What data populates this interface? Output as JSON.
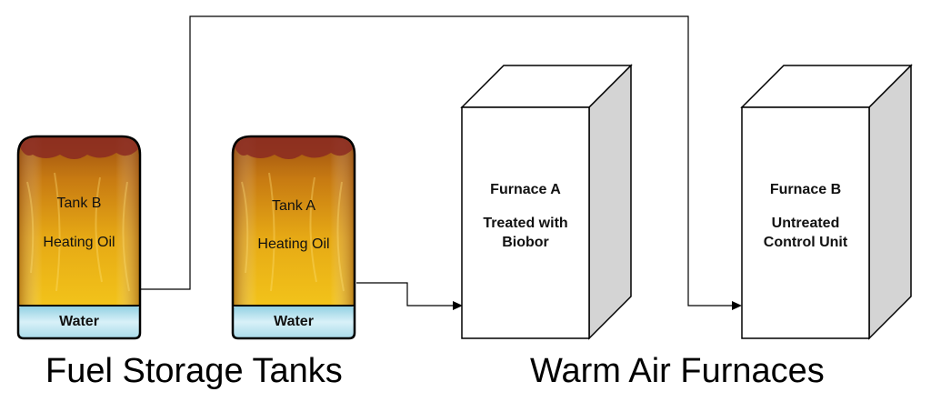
{
  "tanks": [
    {
      "name": "Tank B",
      "content": "Heating Oil",
      "bottom_layer": "Water"
    },
    {
      "name": "Tank A",
      "content": "Heating Oil",
      "bottom_layer": "Water"
    }
  ],
  "furnaces": [
    {
      "name": "Furnace A",
      "note": "Treated with Biobor"
    },
    {
      "name": "Furnace B",
      "note": "Untreated Control Unit"
    }
  ],
  "captions": {
    "left": "Fuel Storage Tanks",
    "right": "Warm Air Furnaces"
  },
  "colors": {
    "oil_light": "#f2c31a",
    "oil_dark": "#9a4e10",
    "oil_foam": "#8b2a22",
    "water": "#bfe6f2",
    "furnace_side": "#d4d4d4",
    "line": "#000000"
  }
}
